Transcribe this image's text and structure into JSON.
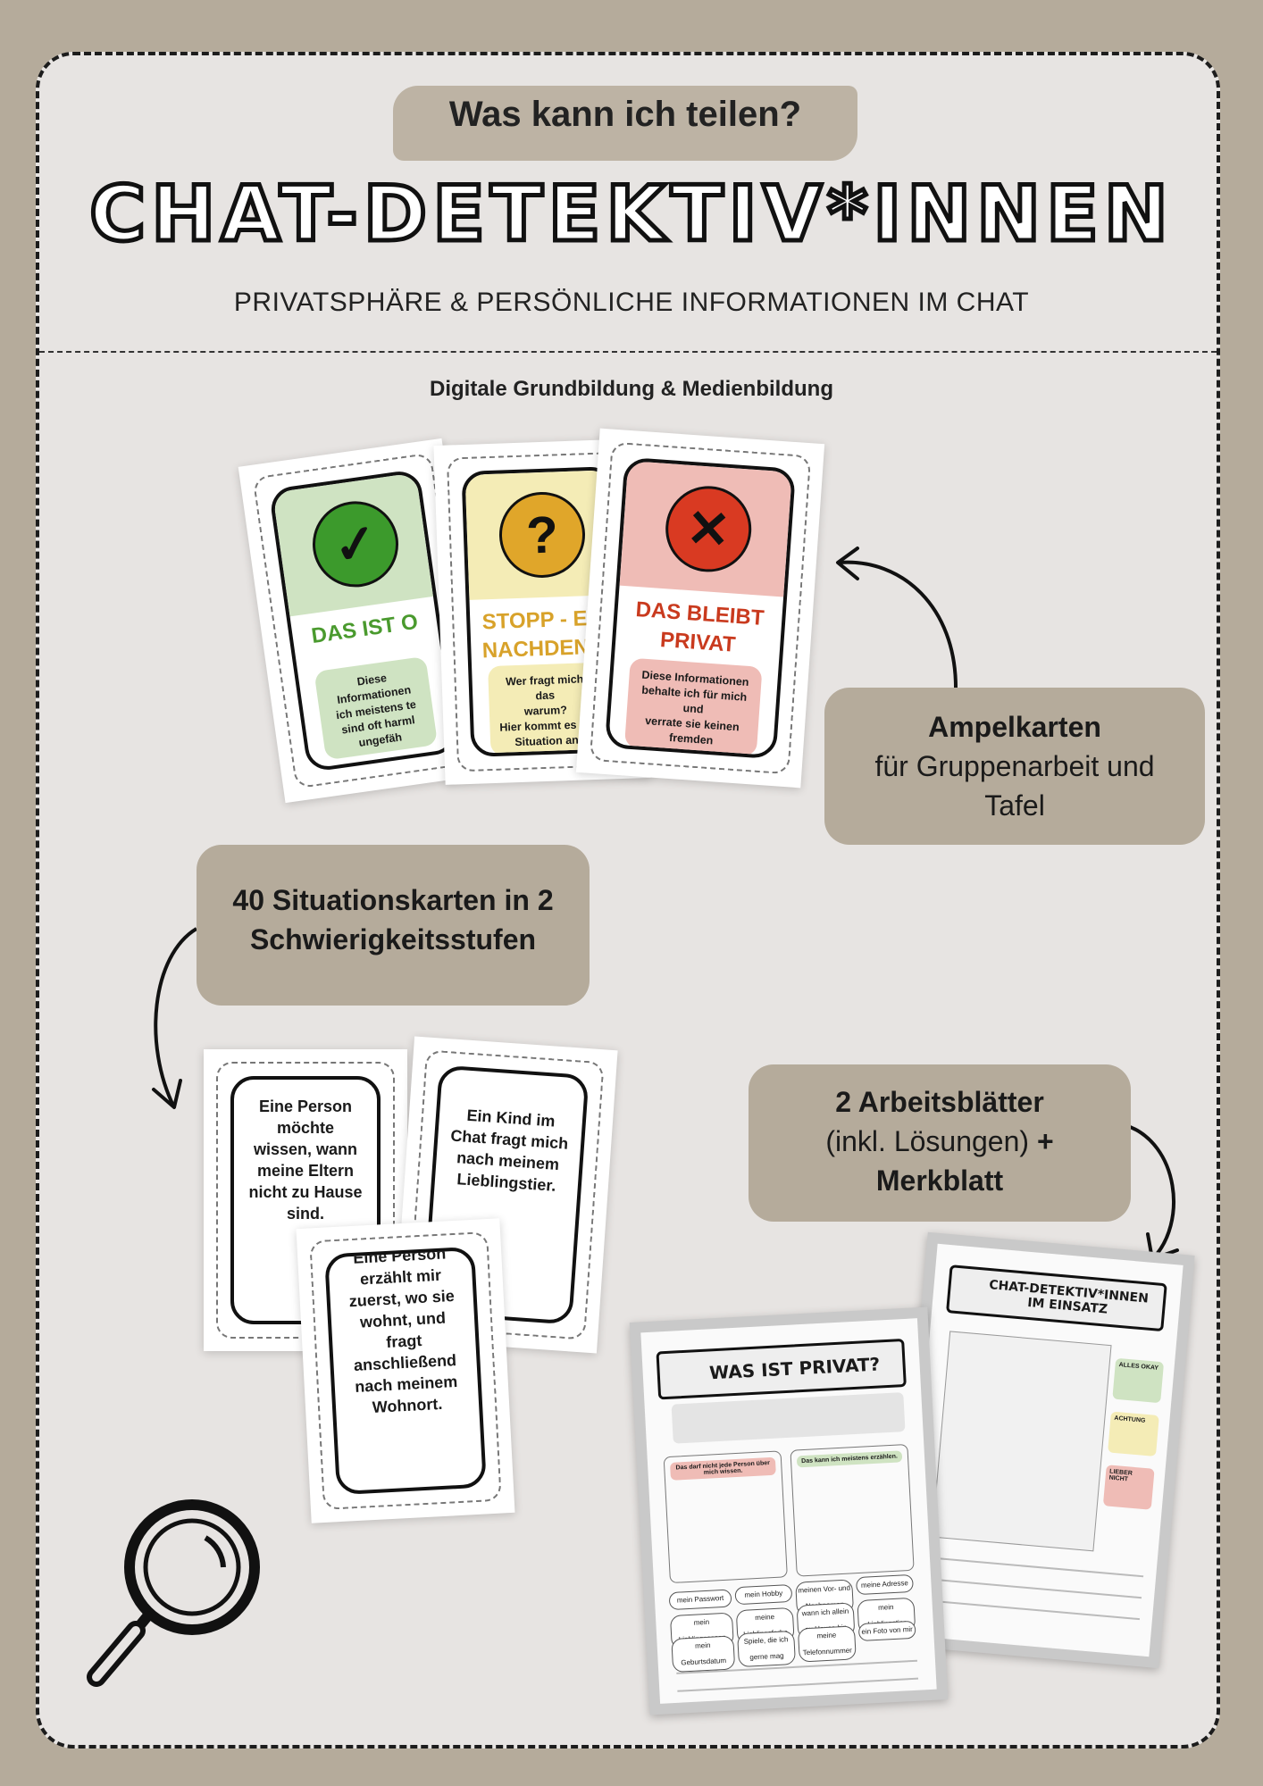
{
  "header": {
    "pill_text": "Was kann ich teilen?",
    "title": "CHAT-DETEKTIV*INNEN",
    "subtitle": "PRIVATSPHÄRE & PERSÖNLICHE INFORMATIONEN IM CHAT",
    "tagline": "Digitale Grundbildung & Medienbildung"
  },
  "ampel_cards": [
    {
      "label": "DAS IST O",
      "icon": "check-icon",
      "glyph": "✓",
      "text": "Diese Informationen\nich meistens te\nsind oft harml\nungefäh",
      "head_color": "#cfe3c2",
      "icon_color": "#3c9a2c",
      "label_color": "#4a9a2e",
      "box_color": "#cfe3c2"
    },
    {
      "label": "STOPP - ER\nNACHDENK",
      "icon": "question-icon",
      "glyph": "?",
      "text": "Wer fragt mich das\nwarum?\nHier kommt es au\nSituation an",
      "head_color": "#f4ecb6",
      "icon_color": "#e0a62a",
      "label_color": "#d8a22a",
      "box_color": "#f4ecb6"
    },
    {
      "label": "DAS BLEIBT\nPRIVAT",
      "icon": "x-icon",
      "glyph": "✕",
      "text": "Diese Informationen\nbehalte ich für mich und\nverrate sie keinen fremden\nPersonen.",
      "head_color": "#efbcb6",
      "icon_color": "#d93a22",
      "label_color": "#c93a1e",
      "box_color": "#efbcb6"
    }
  ],
  "callouts": {
    "ampel": {
      "bold": "Ampelkarten",
      "normal": "für Gruppenarbeit und Tafel"
    },
    "situation": {
      "bold": "40 Situationskarten in 2 Schwierigkeitsstufen"
    },
    "arbeit": {
      "bold1": "2 Arbeitsblätter",
      "normal": "(inkl. Lösungen)",
      "plus": "+",
      "bold2": "Merkblatt"
    }
  },
  "situation_cards": [
    "Eine Person möchte wissen, wann meine Eltern nicht zu Hause sind.",
    "Ein Kind im Chat fragt mich nach meinem Lieblingstier.",
    "Eine Person erzählt mir zuerst, wo sie wohnt, und fragt anschließend nach meinem Wohnort."
  ],
  "worksheets": {
    "sheet1_title": "WAS IST PRIVAT?",
    "sheet2_title": "CHAT-DETEKTIV*INNEN IM EINSATZ",
    "sheet1_col_left": "Das darf nicht jede Person über mich wissen.",
    "sheet1_col_right": "Das kann ich meistens erzählen.",
    "chips": [
      "mein Passwort",
      "mein Hobby",
      "meinen Vor- und Nachnamen",
      "meine Adresse",
      "mein Lieblingsessen",
      "meine Lieblingsfarbe",
      "wann ich allein zu Hause bin",
      "mein Lieblingstier",
      "mein Geburtsdatum",
      "Spiele, die ich gerne mag",
      "meine Telefonnummer",
      "ein Foto von mir"
    ],
    "sheet2_labels": [
      "ALLES OKAY",
      "ACHTUNG",
      "LIEBER NICHT"
    ]
  }
}
